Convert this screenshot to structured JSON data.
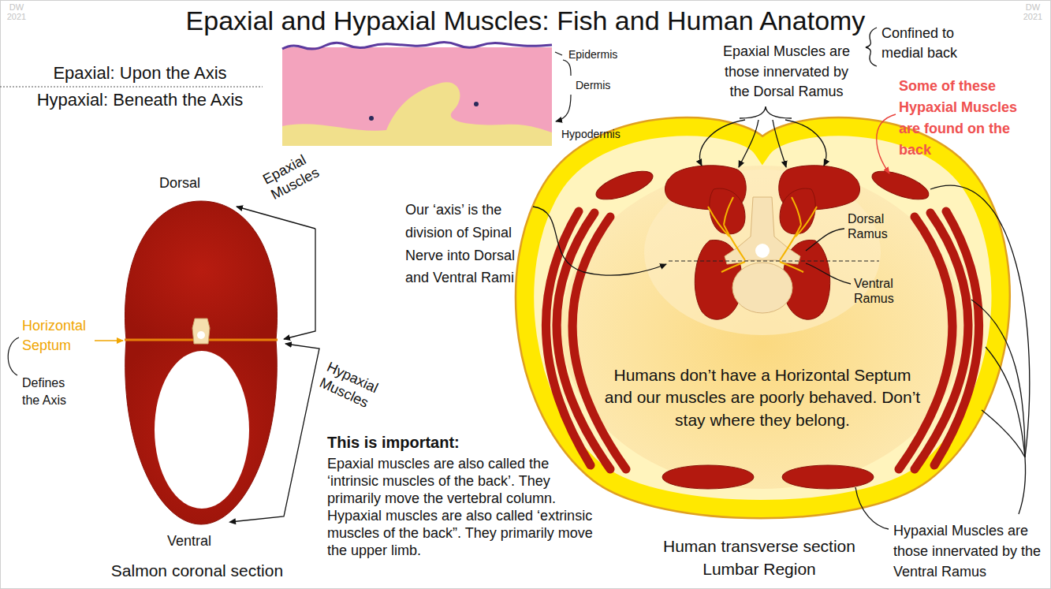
{
  "diagram": {
    "title": "Epaxial and Hypaxial Muscles: Fish and Human Anatomy",
    "nodes": [
      {
        "text": [
          "Humans don’t have a Horizontal Septum and our muscles are poorly behaved. Don’t stay where they belong."
        ]
      }
    ],
    "labels": [
      "DW 2021",
      "DW 2021",
      "Epaxial: Upon the Axis",
      "Hypaxial: Beneath the Axis",
      "Epidermis",
      "Dermis",
      "Hypodermis",
      "Dorsal",
      "Epaxial Muscles",
      "Horizontal Septum",
      "Defines the Axis",
      "Hypaxial Muscles",
      "Ventral",
      "Salmon coronal section",
      "This is important:",
      "Epaxial muscles are also called the ‘intrinsic muscles of the back’. They primarily move the vertebral column. Hypaxial muscles are also called ‘extrinsic muscles of the back”. They primarily move the upper limb.",
      "Epaxial Muscles are those innervated by the Dorsal Ramus",
      "Confined to medial back",
      "Some of these Hypaxial Muscles are found on the back",
      "Our ‘axis’ is the division of Spinal Nerve into Dorsal and Ventral Rami",
      "Dorsal Ramus",
      "Ventral Ramus",
      "Hypaxial Muscles are those innervated by the Ventral Ramus",
      "Human transverse section Lumbar Region"
    ]
  }
}
